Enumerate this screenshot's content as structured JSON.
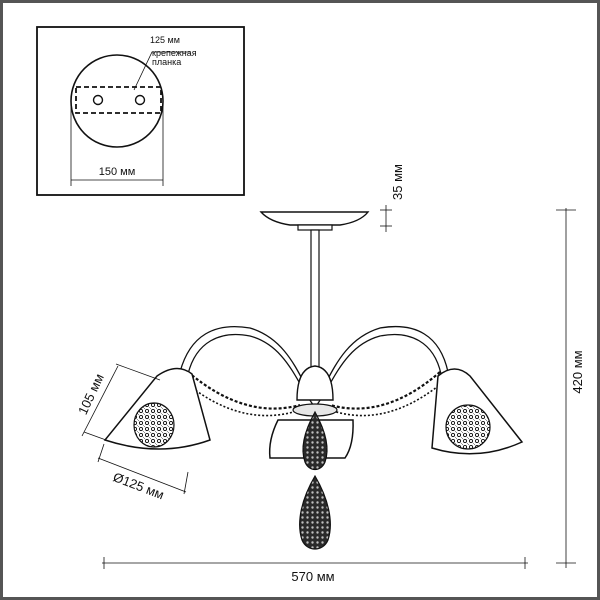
{
  "colors": {
    "line": "#111111",
    "frame": "#333333",
    "background": "#ffffff"
  },
  "inset": {
    "mounting_width": "125 мм",
    "bracket_label_line1": "крепежная",
    "bracket_label_line2": "планка",
    "base_diameter": "150 мм"
  },
  "dimensions": {
    "canopy_height": "35 мм",
    "total_height": "420 мм",
    "shade_height": "105 мм",
    "shade_diameter": "Ø125 мм",
    "total_width": "570 мм"
  }
}
